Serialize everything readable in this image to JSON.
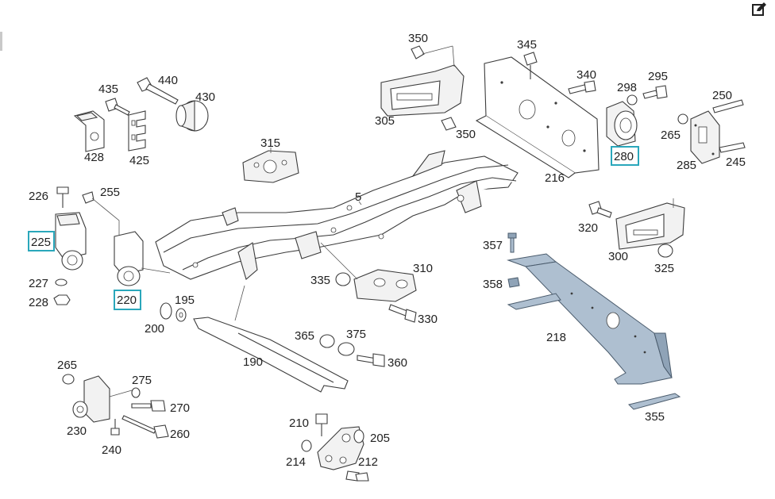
{
  "toolbar": {
    "edit_icon": "edit-pencil-square-icon"
  },
  "colors": {
    "highlight": "#2aa7bb",
    "steel_part": "#aebfd0",
    "line": "#3c3c3c"
  },
  "labels": {
    "p5": "5",
    "p190": "190",
    "p195": "195",
    "p200": "200",
    "p205": "205",
    "p210": "210",
    "p212": "212",
    "p214": "214",
    "p216": "216",
    "p218": "218",
    "p220": "220",
    "p225": "225",
    "p226": "226",
    "p227": "227",
    "p228": "228",
    "p230": "230",
    "p240": "240",
    "p245": "245",
    "p250": "250",
    "p255": "255",
    "p260": "260",
    "p265a": "265",
    "p265b": "265",
    "p270": "270",
    "p275": "275",
    "p280": "280",
    "p285": "285",
    "p295": "295",
    "p298": "298",
    "p300": "300",
    "p305": "305",
    "p310": "310",
    "p315": "315",
    "p320": "320",
    "p325": "325",
    "p330": "330",
    "p335": "335",
    "p340": "340",
    "p345": "345",
    "p350a": "350",
    "p350b": "350",
    "p355": "355",
    "p357": "357",
    "p358": "358",
    "p360": "360",
    "p365": "365",
    "p375": "375",
    "p425": "425",
    "p428": "428",
    "p430": "430",
    "p435": "435",
    "p440": "440"
  }
}
